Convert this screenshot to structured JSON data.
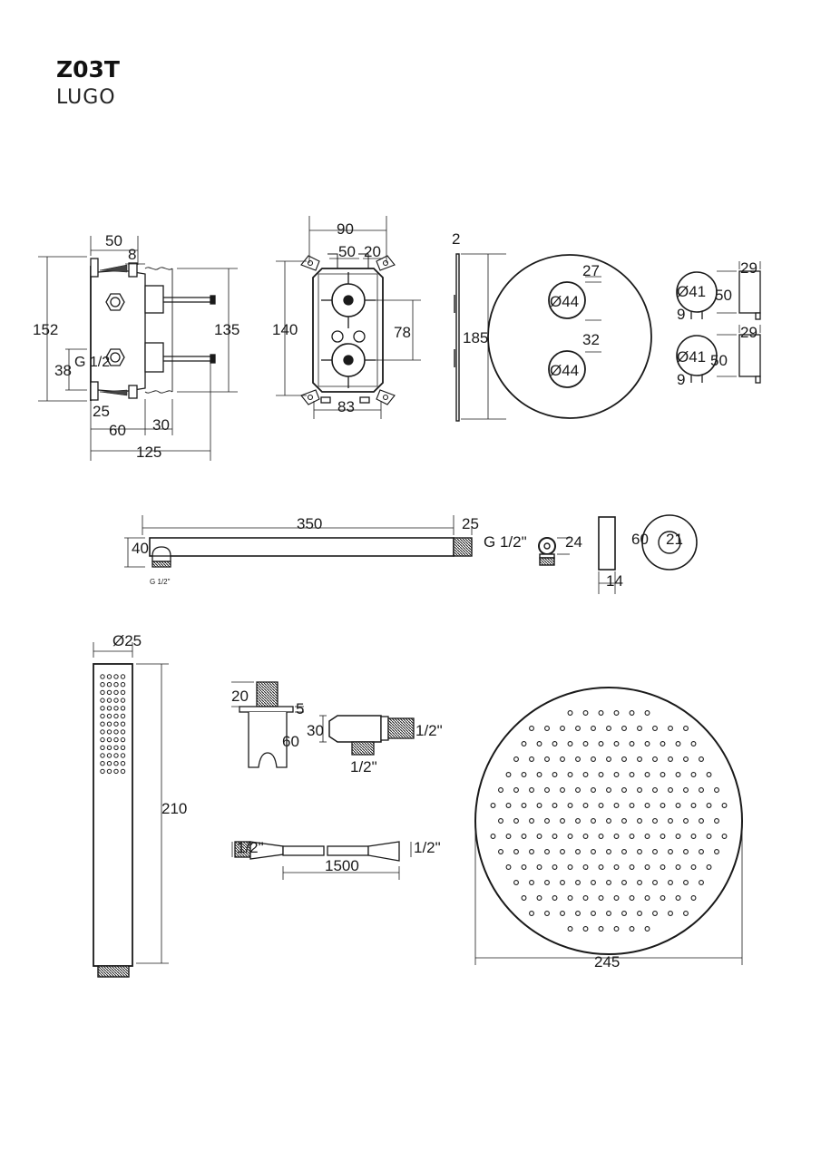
{
  "header": {
    "model_code": "Z03T",
    "model_name": "LUGO"
  },
  "colors": {
    "line": "#1a1a1a",
    "background": "#ffffff"
  },
  "dimensions": {
    "valve_side": {
      "d50": "50",
      "d8": "8",
      "d152": "152",
      "d135": "135",
      "d38": "38",
      "thread": "G 1/2",
      "d25": "25",
      "d60": "60",
      "d30": "30",
      "d125": "125"
    },
    "valve_front": {
      "d90": "90",
      "d50": "50",
      "d20": "20",
      "d140": "140",
      "d78": "78",
      "d83": "83"
    },
    "plate": {
      "d2": "2",
      "d185": "185",
      "d27": "27",
      "dia44_top": "Ø44",
      "d32": "32",
      "dia44_bottom": "Ø44"
    },
    "knob_top": {
      "d29": "29",
      "dia41": "Ø41",
      "d50": "50",
      "d9": "9"
    },
    "knob_bottom": {
      "d29": "29",
      "dia41": "Ø41",
      "d50": "50",
      "d9": "9"
    },
    "arm": {
      "d350": "350",
      "d25": "25",
      "d40": "40",
      "thread": "G 1/2\"",
      "thread_small": "G 1/2\""
    },
    "elbow": {
      "d24": "24"
    },
    "flange": {
      "d60": "60",
      "d21": "21",
      "d14": "14"
    },
    "hand_shower": {
      "dia25": "Ø25",
      "d210": "210"
    },
    "holder": {
      "d20": "20",
      "d5": "5",
      "d60": "60"
    },
    "outlet": {
      "d30": "30",
      "thread_right": "1/2\"",
      "thread_bottom": "1/2\""
    },
    "hose": {
      "thread_left": "1/2\"",
      "length": "1500",
      "thread_right": "1/2\""
    },
    "rain_head": {
      "d245": "245"
    }
  }
}
